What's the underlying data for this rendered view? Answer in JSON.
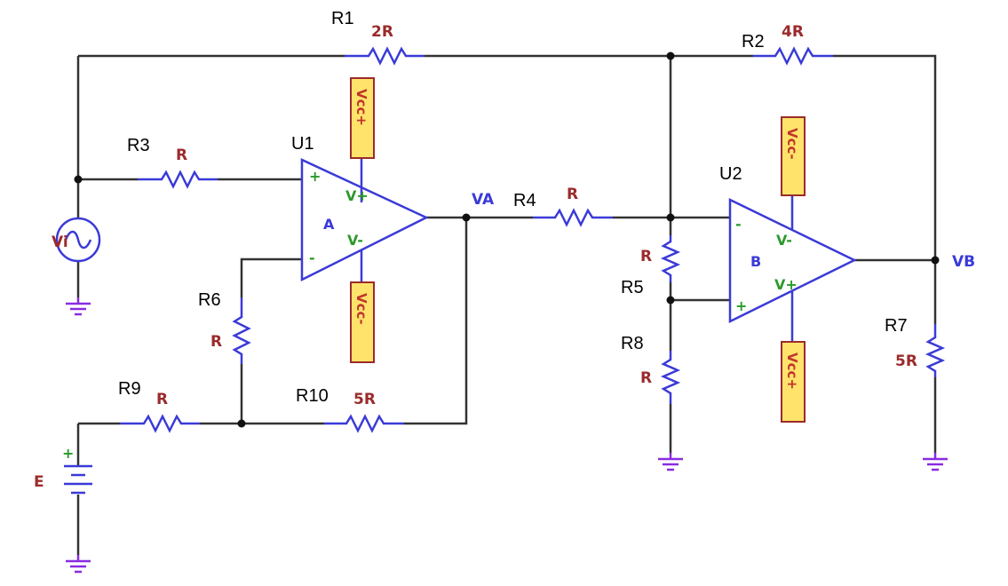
{
  "components": {
    "R1": {
      "ref": "R1",
      "value": "2R"
    },
    "R2": {
      "ref": "R2",
      "value": "4R"
    },
    "R3": {
      "ref": "R3",
      "value": "R"
    },
    "R4": {
      "ref": "R4",
      "value": "R"
    },
    "R5": {
      "ref": "R5",
      "value": "R"
    },
    "R6": {
      "ref": "R6",
      "value": "R"
    },
    "R7": {
      "ref": "R7",
      "value": "5R"
    },
    "R8": {
      "ref": "R8",
      "value": "R"
    },
    "R9": {
      "ref": "R9",
      "value": "R"
    },
    "R10": {
      "ref": "R10",
      "value": "5R"
    },
    "U1": {
      "ref": "U1",
      "name": "A",
      "plus": "+",
      "minus": "-",
      "vplus_pin": "V+",
      "vminus_pin": "V-"
    },
    "U2": {
      "ref": "U2",
      "name": "B",
      "plus": "+",
      "minus": "-",
      "vplus_pin": "V+",
      "vminus_pin": "V-"
    }
  },
  "supplies": {
    "u1_top": "Vcc+",
    "u1_bottom": "Vcc-",
    "u2_top": "Vcc-",
    "u2_bottom": "Vcc+"
  },
  "sources": {
    "vi": "Vi",
    "e": "E",
    "e_plus": "+"
  },
  "nets": {
    "va": "VA",
    "vb": "VB"
  },
  "colors": {
    "wire": "#333333",
    "component": "#3a3ad8",
    "value_text": "#9b2b2b",
    "supply_fill": "#ffe36a",
    "ground": "#8a2be2"
  }
}
